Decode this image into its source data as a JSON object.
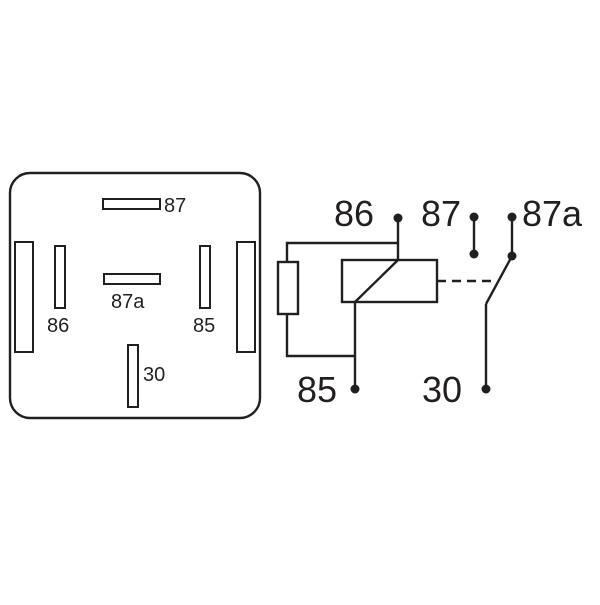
{
  "colors": {
    "stroke": "#231f20",
    "background": "#ffffff"
  },
  "footprint": {
    "pins": [
      {
        "id": "87",
        "label": "87"
      },
      {
        "id": "87a",
        "label": "87a"
      },
      {
        "id": "86",
        "label": "86"
      },
      {
        "id": "85",
        "label": "85"
      },
      {
        "id": "30",
        "label": "30"
      }
    ]
  },
  "schematic": {
    "terminals": [
      {
        "id": "86",
        "label": "86"
      },
      {
        "id": "87",
        "label": "87"
      },
      {
        "id": "87a",
        "label": "87a"
      },
      {
        "id": "85",
        "label": "85"
      },
      {
        "id": "30",
        "label": "30"
      }
    ]
  }
}
